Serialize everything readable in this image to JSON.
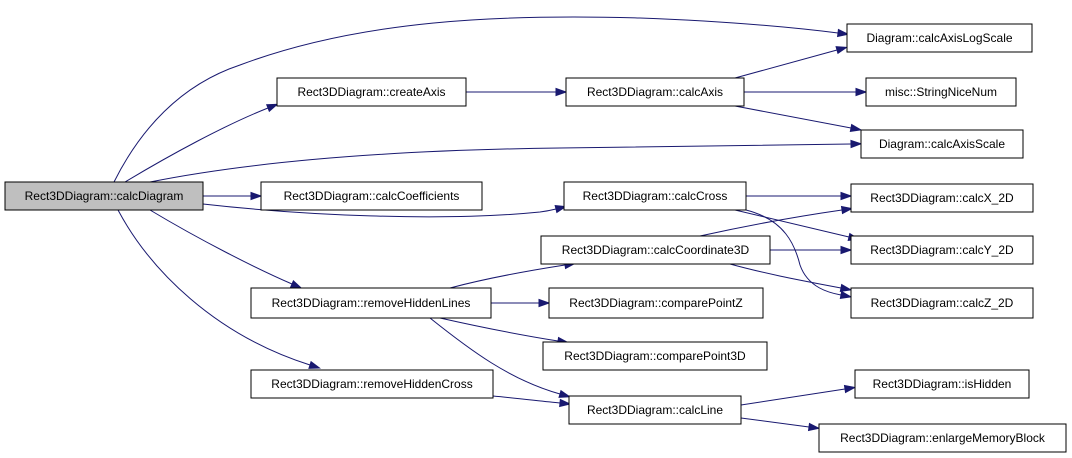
{
  "colors": {
    "edge": "#191970",
    "root_fill": "#bfbfbf",
    "node_fill": "#ffffff"
  },
  "nodes": {
    "calcDiagram": "Rect3DDiagram::calcDiagram",
    "createAxis": "Rect3DDiagram::createAxis",
    "calcAxis": "Rect3DDiagram::calcAxis",
    "calcAxisLogScale": "Diagram::calcAxisLogScale",
    "stringNiceNum": "misc::StringNiceNum",
    "calcAxisScale": "Diagram::calcAxisScale",
    "calcCoefficients": "Rect3DDiagram::calcCoefficients",
    "calcCross": "Rect3DDiagram::calcCross",
    "calcX2D": "Rect3DDiagram::calcX_2D",
    "calcCoordinate3D": "Rect3DDiagram::calcCoordinate3D",
    "calcY2D": "Rect3DDiagram::calcY_2D",
    "removeHiddenLines": "Rect3DDiagram::removeHiddenLines",
    "comparePointZ": "Rect3DDiagram::comparePointZ",
    "calcZ2D": "Rect3DDiagram::calcZ_2D",
    "comparePoint3D": "Rect3DDiagram::comparePoint3D",
    "removeHiddenCross": "Rect3DDiagram::removeHiddenCross",
    "calcLine": "Rect3DDiagram::calcLine",
    "isHidden": "Rect3DDiagram::isHidden",
    "enlargeMemoryBlock": "Rect3DDiagram::enlargeMemoryBlock"
  },
  "edges": [
    [
      "calcDiagram",
      "calcAxisLogScale"
    ],
    [
      "calcDiagram",
      "createAxis"
    ],
    [
      "calcDiagram",
      "calcAxisScale"
    ],
    [
      "calcDiagram",
      "calcCoefficients"
    ],
    [
      "calcDiagram",
      "calcCross"
    ],
    [
      "calcDiagram",
      "removeHiddenLines"
    ],
    [
      "calcDiagram",
      "removeHiddenCross"
    ],
    [
      "createAxis",
      "calcAxis"
    ],
    [
      "calcAxis",
      "calcAxisLogScale"
    ],
    [
      "calcAxis",
      "stringNiceNum"
    ],
    [
      "calcAxis",
      "calcAxisScale"
    ],
    [
      "calcCross",
      "calcX2D"
    ],
    [
      "calcCross",
      "calcY2D"
    ],
    [
      "calcCross",
      "calcZ2D"
    ],
    [
      "calcCoordinate3D",
      "calcX2D"
    ],
    [
      "calcCoordinate3D",
      "calcY2D"
    ],
    [
      "calcCoordinate3D",
      "calcZ2D"
    ],
    [
      "removeHiddenLines",
      "calcCoordinate3D"
    ],
    [
      "removeHiddenLines",
      "comparePointZ"
    ],
    [
      "removeHiddenLines",
      "comparePoint3D"
    ],
    [
      "removeHiddenLines",
      "calcLine"
    ],
    [
      "removeHiddenCross",
      "calcLine"
    ],
    [
      "calcLine",
      "isHidden"
    ],
    [
      "calcLine",
      "enlargeMemoryBlock"
    ]
  ]
}
